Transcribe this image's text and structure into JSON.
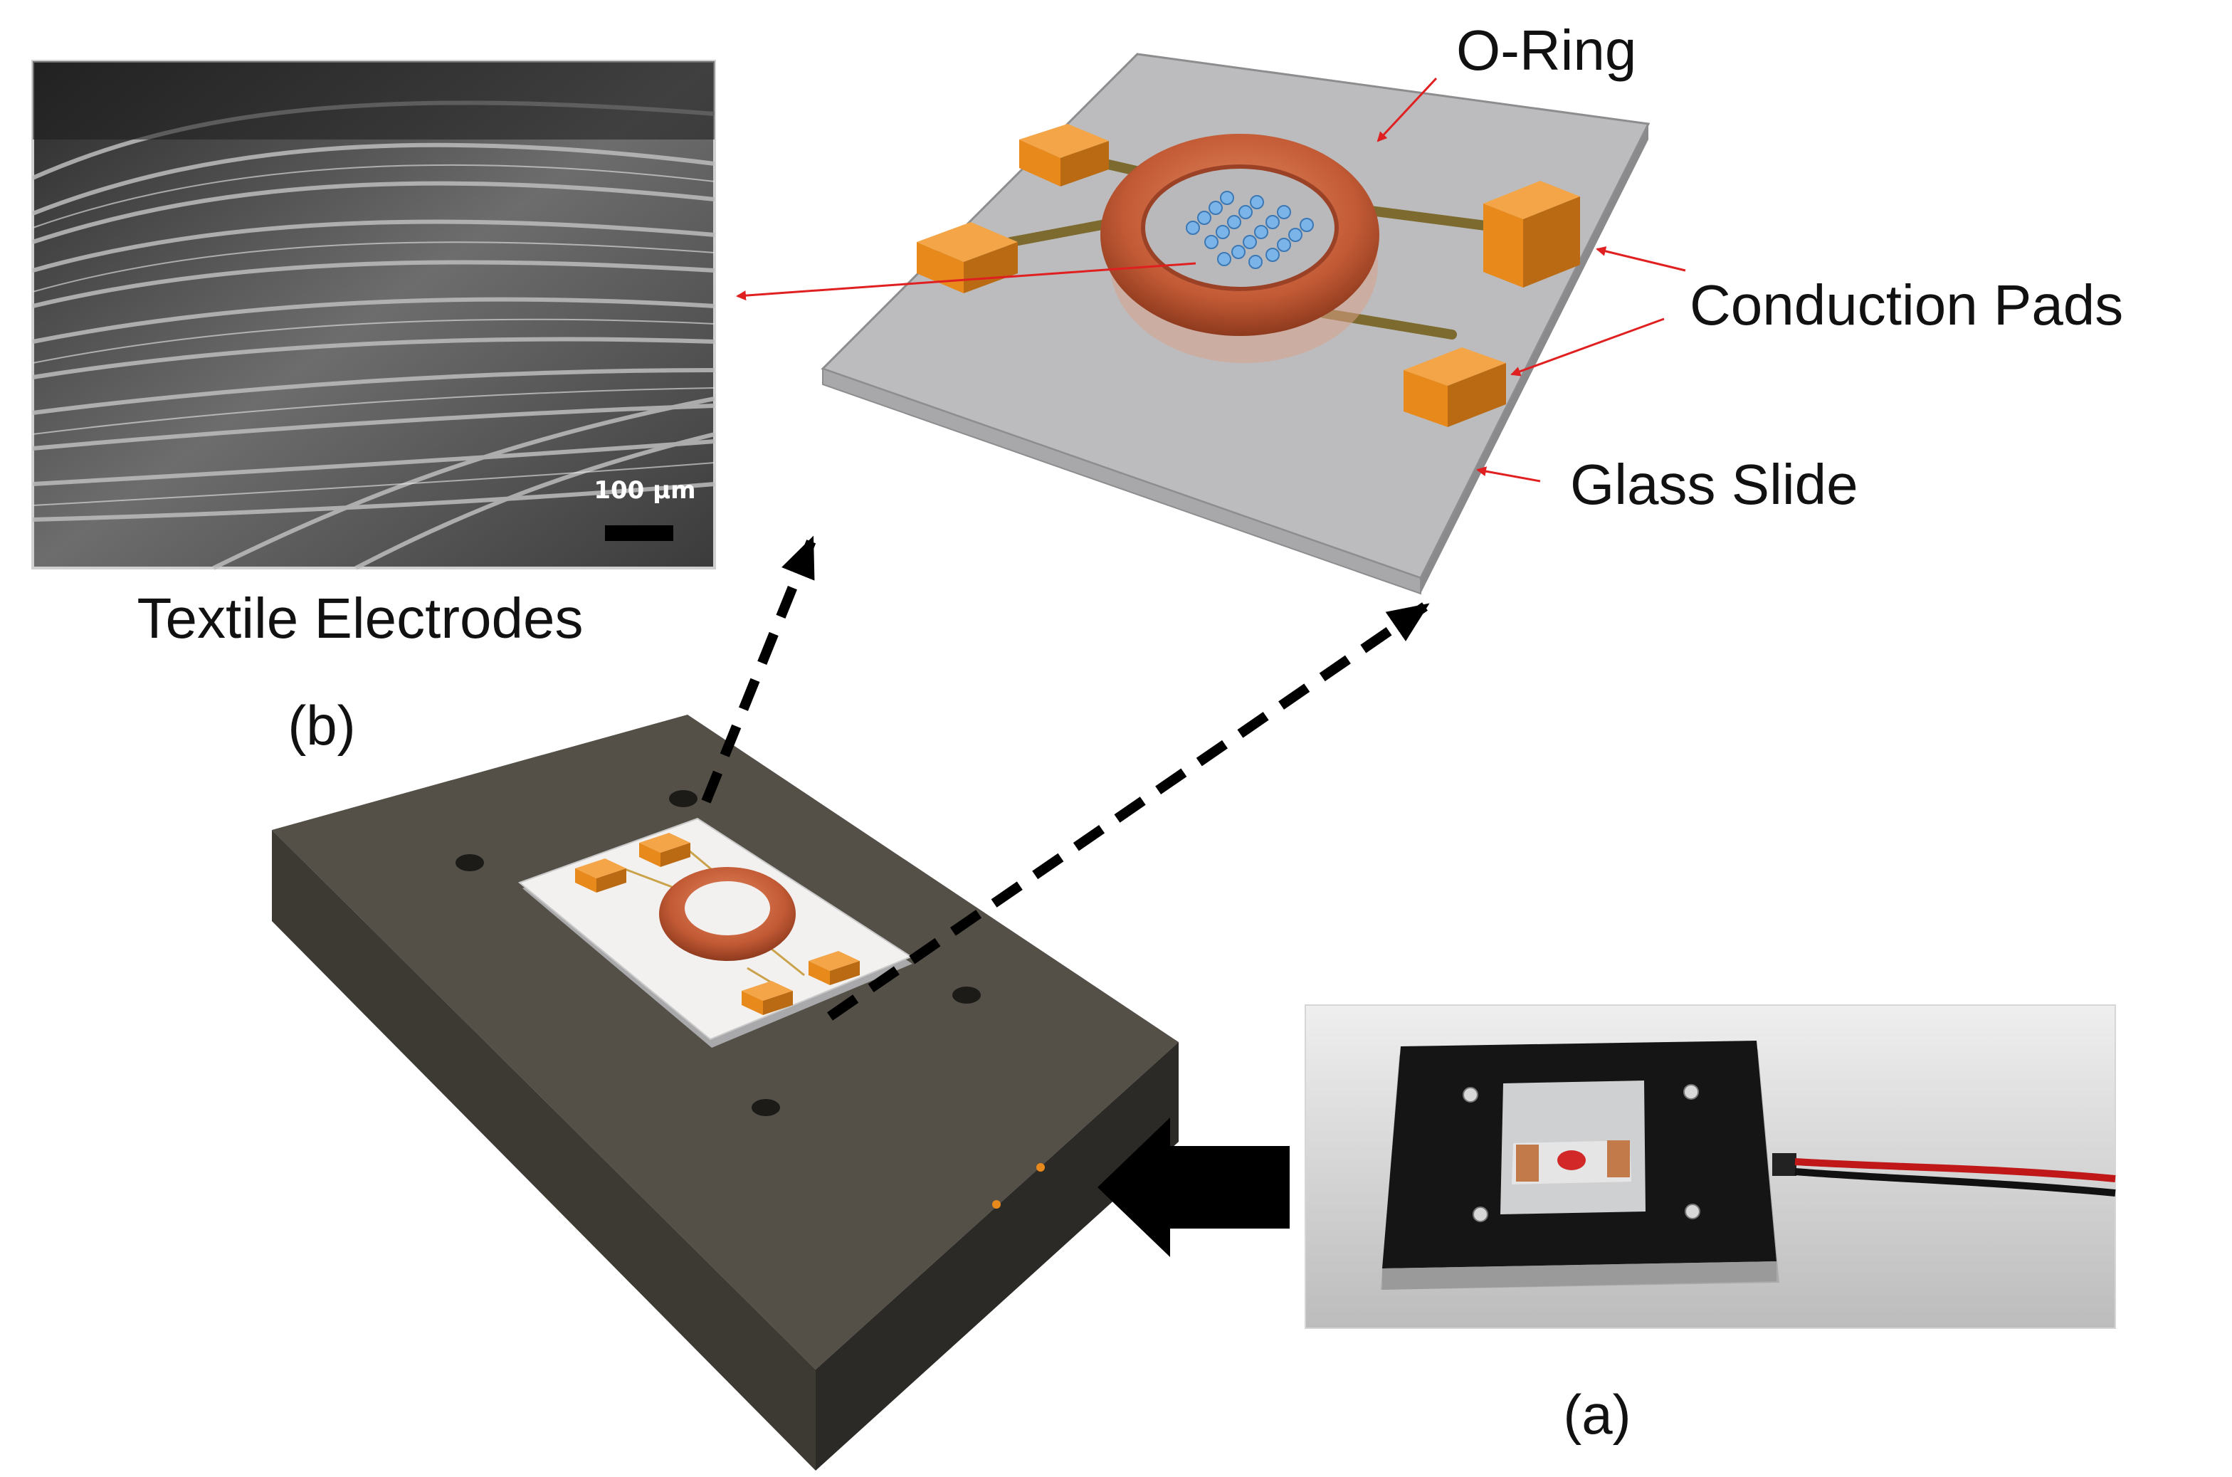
{
  "labels": {
    "o_ring": "O-Ring",
    "conduction_pads": "Conduction Pads",
    "glass_slide": "Glass Slide",
    "textile_electrodes": "Textile Electrodes",
    "panel_b": "(b)",
    "panel_a": "(a)",
    "scale_bar": "100 µm"
  },
  "colors": {
    "pad": "#e8891c",
    "ring": "#c8603a",
    "glass": "#b9b9bb",
    "base": "#3a3833",
    "arrow_red": "#e02020",
    "cells": "#7ab4e8"
  }
}
